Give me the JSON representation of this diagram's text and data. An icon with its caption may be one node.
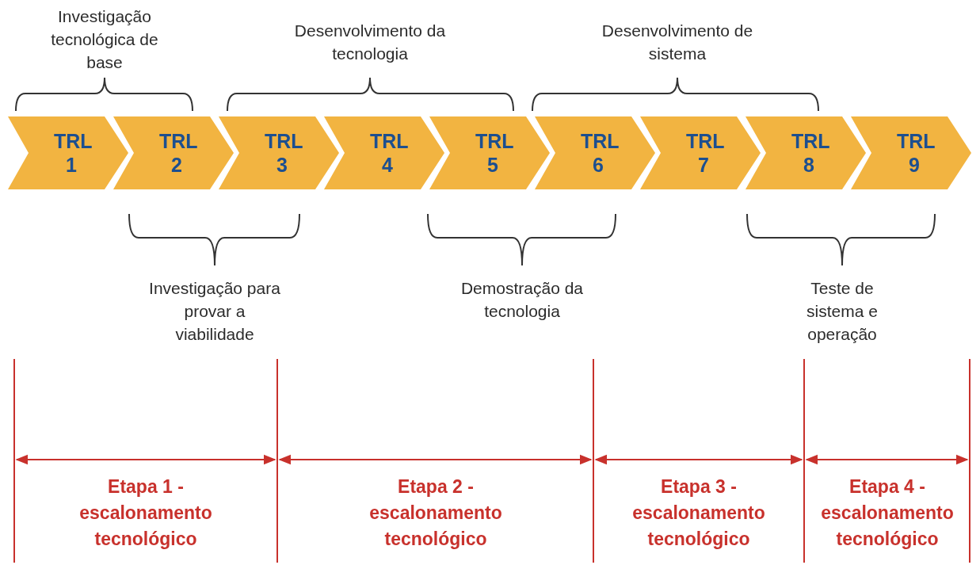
{
  "diagram": {
    "nodes": [
      {
        "text": [
          "TRL 1"
        ]
      },
      {
        "text": [
          "TRL 2"
        ]
      },
      {
        "text": [
          "TRL 3"
        ]
      },
      {
        "text": [
          "TRL 4"
        ]
      },
      {
        "text": [
          "TRL 5"
        ]
      },
      {
        "text": [
          "TRL 6"
        ]
      },
      {
        "text": [
          "TRL 7"
        ]
      },
      {
        "text": [
          "TRL 8"
        ]
      },
      {
        "text": [
          "TRL 9"
        ]
      }
    ],
    "labels": [
      "Investigação tecnológica de base",
      "Desenvolvimento da tecnologia",
      "Desenvolvimento de sistema",
      "Investigação para provar a viabilidade",
      "Demostração da tecnologia",
      "Teste de sistema e operação",
      "Etapa 1 - escalonamento tecnológico",
      "Etapa 2 - escalonamento tecnológico",
      "Etapa 3 - escalonamento tecnológico",
      "Etapa 4 - escalonamento tecnológico"
    ]
  }
}
